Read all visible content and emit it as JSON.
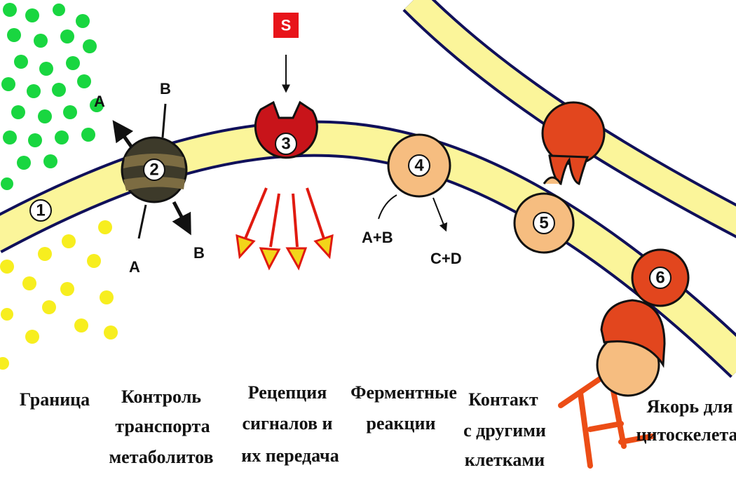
{
  "markers": {
    "m1": "1",
    "m2": "2",
    "m3": "3",
    "m4": "4",
    "m5": "5",
    "m6": "6"
  },
  "signal": "S",
  "transport": {
    "a_out": "A",
    "b_in": "B",
    "a_in": "A",
    "b_out": "B"
  },
  "enzyme": {
    "substrate": "A+B",
    "product": "C+D"
  },
  "captions": {
    "boundary": [
      "Граница"
    ],
    "transport": [
      "Контроль",
      "транспорта",
      "метаболитов"
    ],
    "reception": [
      "Рецепция",
      "сигналов и",
      "их передача"
    ],
    "enzymes": [
      "Ферментные",
      "реакции"
    ],
    "contact": [
      "Контакт",
      "с другими",
      "клетками"
    ],
    "anchor": [
      "Якорь для",
      "цитоскелета"
    ]
  },
  "colors": {
    "membrane_fill": "#fbf59a",
    "membrane_edge": "#10105a",
    "green_particles": "#19d640",
    "yellow_particles": "#f7ee1f",
    "receptor_red": "#c8141a",
    "signal_box": "#e8141a",
    "enzyme_orange": "#f6bd80",
    "contact_red": "#e2461e",
    "arrow_red": "#e01a10",
    "arrow_yellow": "#f2d51a",
    "anchor_orange": "#ec4d16"
  }
}
